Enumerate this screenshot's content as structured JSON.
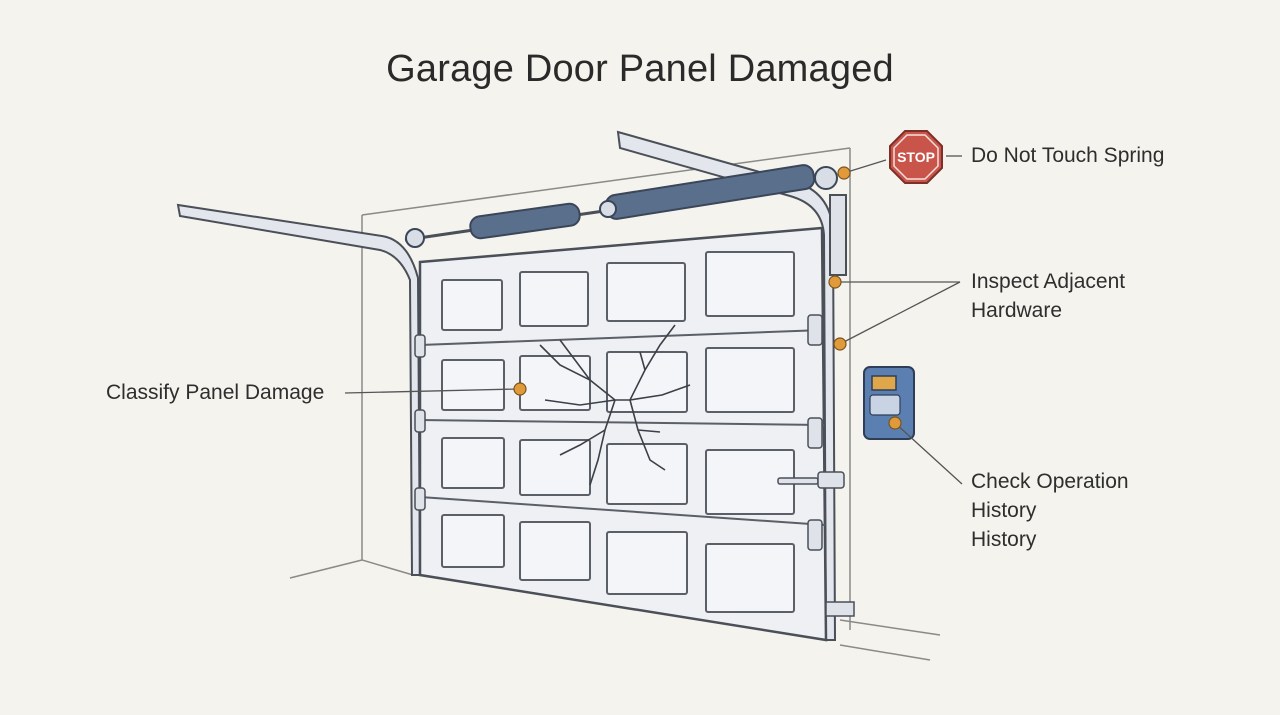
{
  "title": "Garage Door Panel Damaged",
  "stop_sign_text": "STOP",
  "callouts": {
    "spring": "Do Not Touch Spring",
    "hardware": [
      "Inspect Adjacent",
      "Hardware"
    ],
    "panel": "Classify Panel Damage",
    "operation": [
      "Check Operation",
      "History",
      "History"
    ]
  },
  "icons": [
    "stop-sign-icon",
    "torsion-spring-icon",
    "wall-control-panel-icon",
    "hinge-icon",
    "latch-icon"
  ],
  "colors": {
    "background": "#f4f3ee",
    "marker": "#e09a3a",
    "stop_sign": "#c9544a",
    "spring": "#5a6f8c",
    "control_panel": "#5a7fb0",
    "line": "#555555"
  }
}
